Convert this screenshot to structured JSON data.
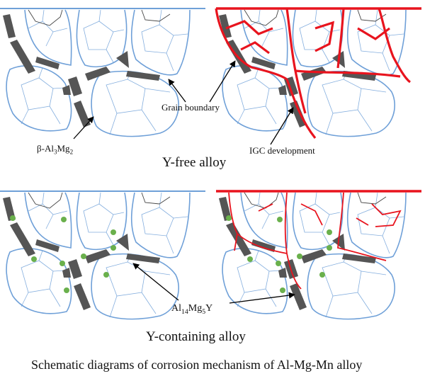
{
  "labels": {
    "grain_boundary": "Grain boundary",
    "beta_phase": {
      "base": "β-Al",
      "s1": "3",
      "mid": "Mg",
      "s2": "2"
    },
    "igc": "IGC development",
    "y_free": "Y-free  alloy",
    "y_containing": "Y-containing  alloy",
    "al14mg5y": {
      "base": "Al",
      "s1": "14",
      "mid": "Mg",
      "s2": "5",
      "end": "Y"
    },
    "caption": "Schematic diagrams of corrosion mechanism of Al-Mg-Mn alloy"
  },
  "colors": {
    "grain": "#6fa0d8",
    "precipitate": "#555555",
    "corrosion": "#e8141e",
    "particle": "#6ab04c",
    "arrow": "#000000"
  },
  "icons": {
    "precipitate": "dark-gray-wedge",
    "particle": "green-dot",
    "crack": "red-line"
  }
}
